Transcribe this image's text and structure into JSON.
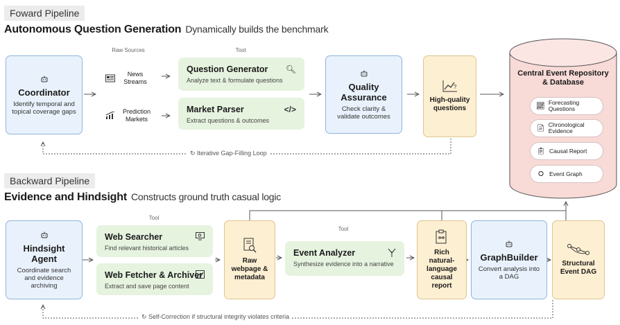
{
  "forward": {
    "tag": "Foward Pipeline",
    "title": "Autonomous Question Generation",
    "subtitle": "Dynamically builds the benchmark",
    "raw_sources_caption": "Raw Sources",
    "tool_caption": "Tool",
    "coordinator": {
      "title": "Coordinator",
      "desc": "Identify temporal and topical coverage gaps"
    },
    "sources": [
      {
        "label": "News Streams"
      },
      {
        "label": "Prediction Markets"
      }
    ],
    "tools": [
      {
        "title": "Question Generator",
        "desc": "Analyze text & formulate questions"
      },
      {
        "title": "Market Parser",
        "desc": "Extract questions & outcomes"
      }
    ],
    "qa": {
      "title": "Quality Assurance",
      "desc": "Check clarity & validate outcomes"
    },
    "output": {
      "title": "High-quality questions"
    },
    "loop_label": "Iterative Gap-Filling Loop"
  },
  "repository": {
    "title": "Central Event Repository & Database",
    "items": [
      {
        "label": "Forecasting Questions"
      },
      {
        "label": "Chronological Evidence"
      },
      {
        "label": "Causal Report"
      },
      {
        "label": "Event Graph"
      }
    ]
  },
  "backward": {
    "tag": "Backward Pipeline",
    "title": "Evidence and Hindsight",
    "subtitle": "Constructs ground truth casual logic",
    "tool_caption_1": "Tool",
    "tool_caption_2": "Tool",
    "agent": {
      "title": "Hindsight Agent",
      "desc": "Coordinate search and evidence archiving"
    },
    "tools": [
      {
        "title": "Web Searcher",
        "desc": "Find relevant historical articles"
      },
      {
        "title": "Web Fetcher & Archiver",
        "desc": "Extract and save page content"
      }
    ],
    "raw_page": {
      "title": "Raw webpage & metadata"
    },
    "analyzer": {
      "title": "Event Analyzer",
      "desc": "Synthesize evidence into a narrative"
    },
    "report": {
      "title": "Rich natural-language causal report"
    },
    "graph_builder": {
      "title": "GraphBuilder",
      "desc": "Convert analysis into a DAG"
    },
    "dag": {
      "title": "Structural Event DAG"
    },
    "loop_label": "Self-Correction if structural integrity violates criteria"
  }
}
